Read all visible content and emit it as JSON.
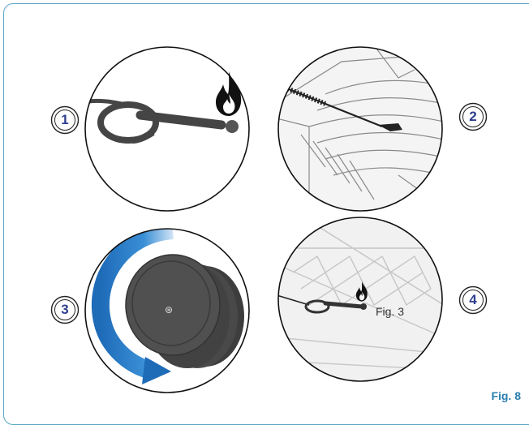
{
  "steps": [
    {
      "number": "1"
    },
    {
      "number": "2"
    },
    {
      "number": "3"
    },
    {
      "number": "4"
    }
  ],
  "inset_label": "Fig. 3",
  "figure_caption": "Fig. 8",
  "colors": {
    "frame": "#5aa6c6",
    "badge_text": "#2f3e8f",
    "caption": "#2a7fb0",
    "arrow": "#1e6bb8",
    "tool": "#444444"
  }
}
